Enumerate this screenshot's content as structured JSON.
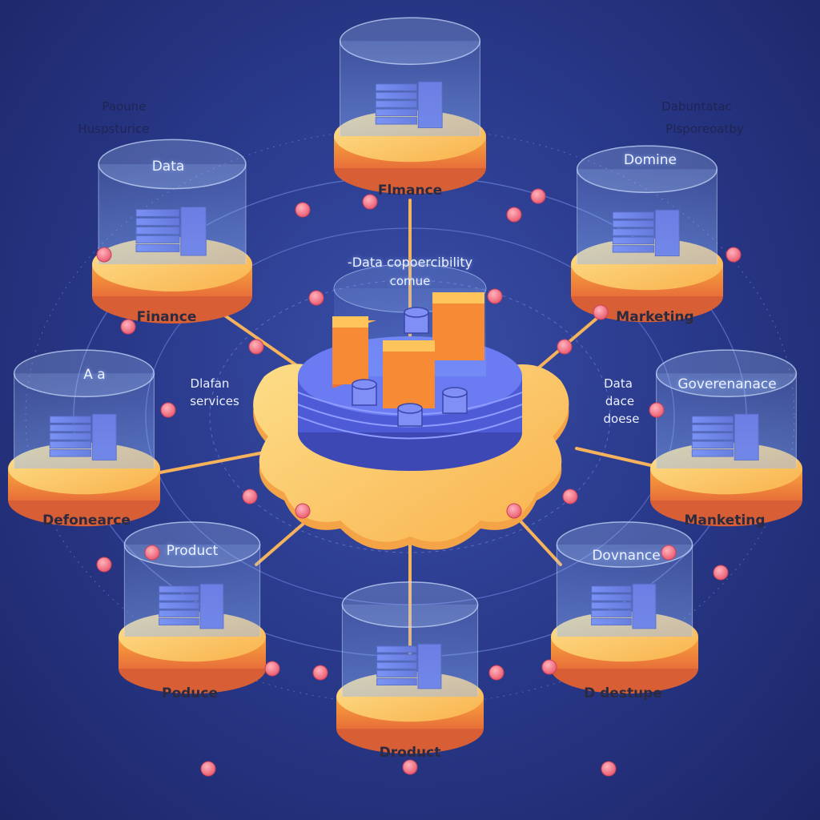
{
  "center": {
    "title_line1": "-Data copoercibility",
    "title_line2": "comue"
  },
  "side_labels": {
    "top_left_line1": "Paoune",
    "top_left_line2": "Huspsturice",
    "top_right_line1": "Dabuntatac",
    "top_right_line2": "Plsporeoatby",
    "mid_left_line1": "Dlafan",
    "mid_left_line2": "services",
    "mid_right_line1": "Data",
    "mid_right_line2": "dace",
    "mid_right_line3": "doese"
  },
  "nodes": [
    {
      "id": "top",
      "dome_label": "",
      "base_label": "Flmance"
    },
    {
      "id": "upper-left",
      "dome_label": "Data",
      "base_label": "Finance"
    },
    {
      "id": "upper-right",
      "dome_label": "Domine",
      "base_label": "Marketing"
    },
    {
      "id": "left",
      "dome_label": "A a",
      "base_label": "Defonearce"
    },
    {
      "id": "right",
      "dome_label": "Goverenanace",
      "base_label": "Manketing"
    },
    {
      "id": "lower-left",
      "dome_label": "Product",
      "base_label": "Poduce"
    },
    {
      "id": "lower-right",
      "dome_label": "Dovnance",
      "base_label": "D destupe"
    },
    {
      "id": "bottom",
      "dome_label": "",
      "base_label": "Droduct"
    }
  ],
  "colors": {
    "background": "#2a3a8c",
    "platform_orange": "#f7a23b",
    "platform_top": "#fcd27a",
    "server_blue": "#5b6ee0",
    "cube_orange": "#f59a2e",
    "connector_dot": "#f26b7a",
    "dome_glass": "#8fb8ff"
  }
}
